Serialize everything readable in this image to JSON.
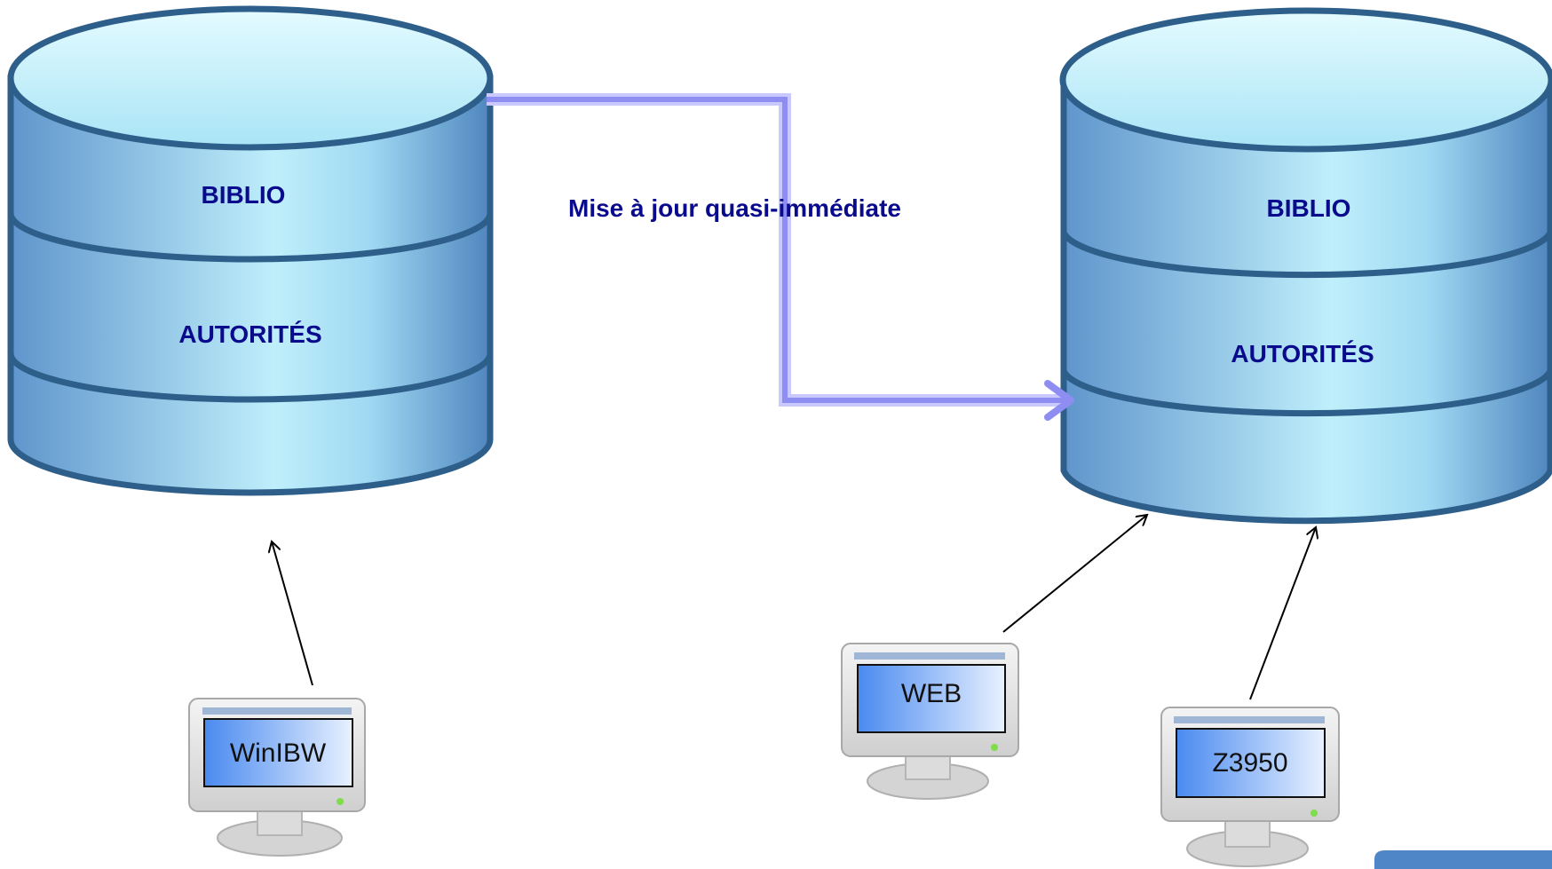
{
  "diagram": {
    "colors": {
      "label_text": "#0a0a8c",
      "cylinder_stroke": "#2e5f8a",
      "cylinder_light": "#c9f1fb",
      "cylinder_dark": "#5f95cc",
      "flow_arrow": "#8e8ef2",
      "terminal_screen_light": "#e8f1ff",
      "terminal_screen_dark": "#4a8af0"
    },
    "source_db": {
      "biblio_label": "BIBLIO",
      "autorites_label": "AUTORITÉS"
    },
    "target_db": {
      "biblio_label": "BIBLIO",
      "autorites_label": "AUTORITÉS"
    },
    "flow_label": "Mise à jour quasi-immédiate",
    "clients": [
      {
        "label": "WinIBW",
        "icon": "computer-monitor-icon"
      },
      {
        "label": "WEB",
        "icon": "computer-monitor-icon"
      },
      {
        "label": "Z3950",
        "icon": "computer-monitor-icon"
      }
    ]
  }
}
